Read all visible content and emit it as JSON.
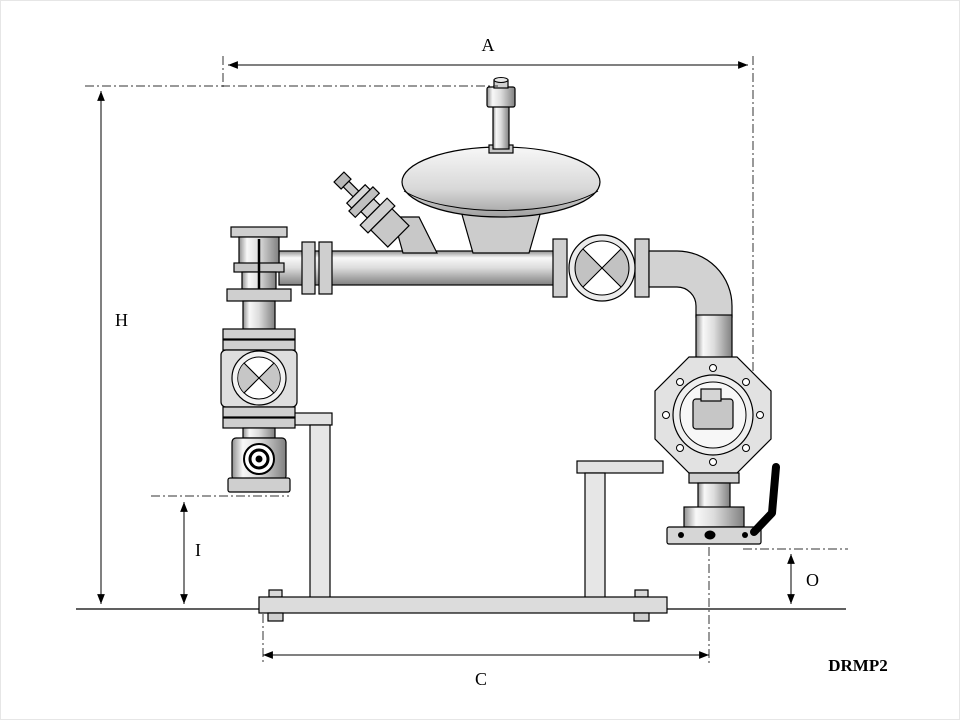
{
  "page": {
    "background": "#ffffff"
  },
  "drawing": {
    "model_label": "DRMP2",
    "dimension_labels": {
      "a": "A",
      "h": "H",
      "i": "I",
      "c": "C",
      "o": "O"
    },
    "line_color": "#000000",
    "metal_colors": {
      "light": "#f5f5f5",
      "mid": "#d4d4d4",
      "dark": "#8a8a8a"
    },
    "components": [
      "inlet-vertical-assembly",
      "flow-indicator-valve",
      "sight-glass",
      "main-horizontal-pipe",
      "pilot-relief-valve",
      "pressure-regulator-dome",
      "butterfly-sight-valve",
      "elbow-pipe",
      "outlet-ball-valve",
      "outlet-flange",
      "lever-handle",
      "support-frame",
      "base-plate"
    ]
  }
}
